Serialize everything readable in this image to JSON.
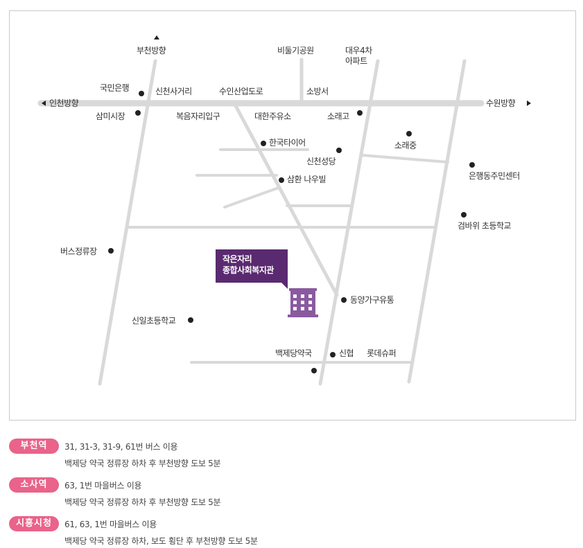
{
  "map": {
    "directions": {
      "north": "부천방향",
      "west": "인천방향",
      "east": "수원방향"
    },
    "places": {
      "bidulgi_park": "비둘기공원",
      "daewoo_apt_line1": "대우4차",
      "daewoo_apt_line2": "아파트",
      "kookmin_bank": "국민은행",
      "sincheon_intersection": "신천사거리",
      "suin_road": "수인산업도로",
      "fire_station": "소방서",
      "sammi_market": "삼미시장",
      "bogeum_entrance": "복음자리입구",
      "daehan_gas": "대한주유소",
      "sorae_high": "소래고",
      "hankook_tire": "한국타이어",
      "sorae_middle": "소래중",
      "sincheon_cathedral": "신천성당",
      "eunhaeng_center": "은행동주민센터",
      "samhwan_naubil": "삼환 나우빌",
      "geombawi_school": "검바위 초등학교",
      "bus_stop": "버스정류장",
      "dongyang_furniture": "동양가구유통",
      "sinil_school": "신일초등학교",
      "baekjedang_pharmacy": "백제당약국",
      "shinhyup": "신협",
      "lotte_super": "롯데슈퍼"
    },
    "destination_line1": "작은자리",
    "destination_line2": "종합사회복지관"
  },
  "colors": {
    "road": "#d9d9d9",
    "callout": "#5a2a70",
    "building": "#8a5aa0",
    "badge": "#e9638a"
  },
  "routes": [
    {
      "station": "부천역",
      "line1": "31, 31-3, 31-9, 61번 버스 이용",
      "line2": "백제당 약국 정류장 하차 후 부천방향 도보 5분"
    },
    {
      "station": "소사역",
      "line1": "63, 1번 마을버스 이용",
      "line2": "백제당 약국 정류장 하차 후 부천방향 도보 5분"
    },
    {
      "station": "시흥시청",
      "line1": "61, 63, 1번 마을버스 이용",
      "line2": "백제당 약국 정류장 하차, 보도 횡단 후 부천방향 도보 5분"
    }
  ]
}
